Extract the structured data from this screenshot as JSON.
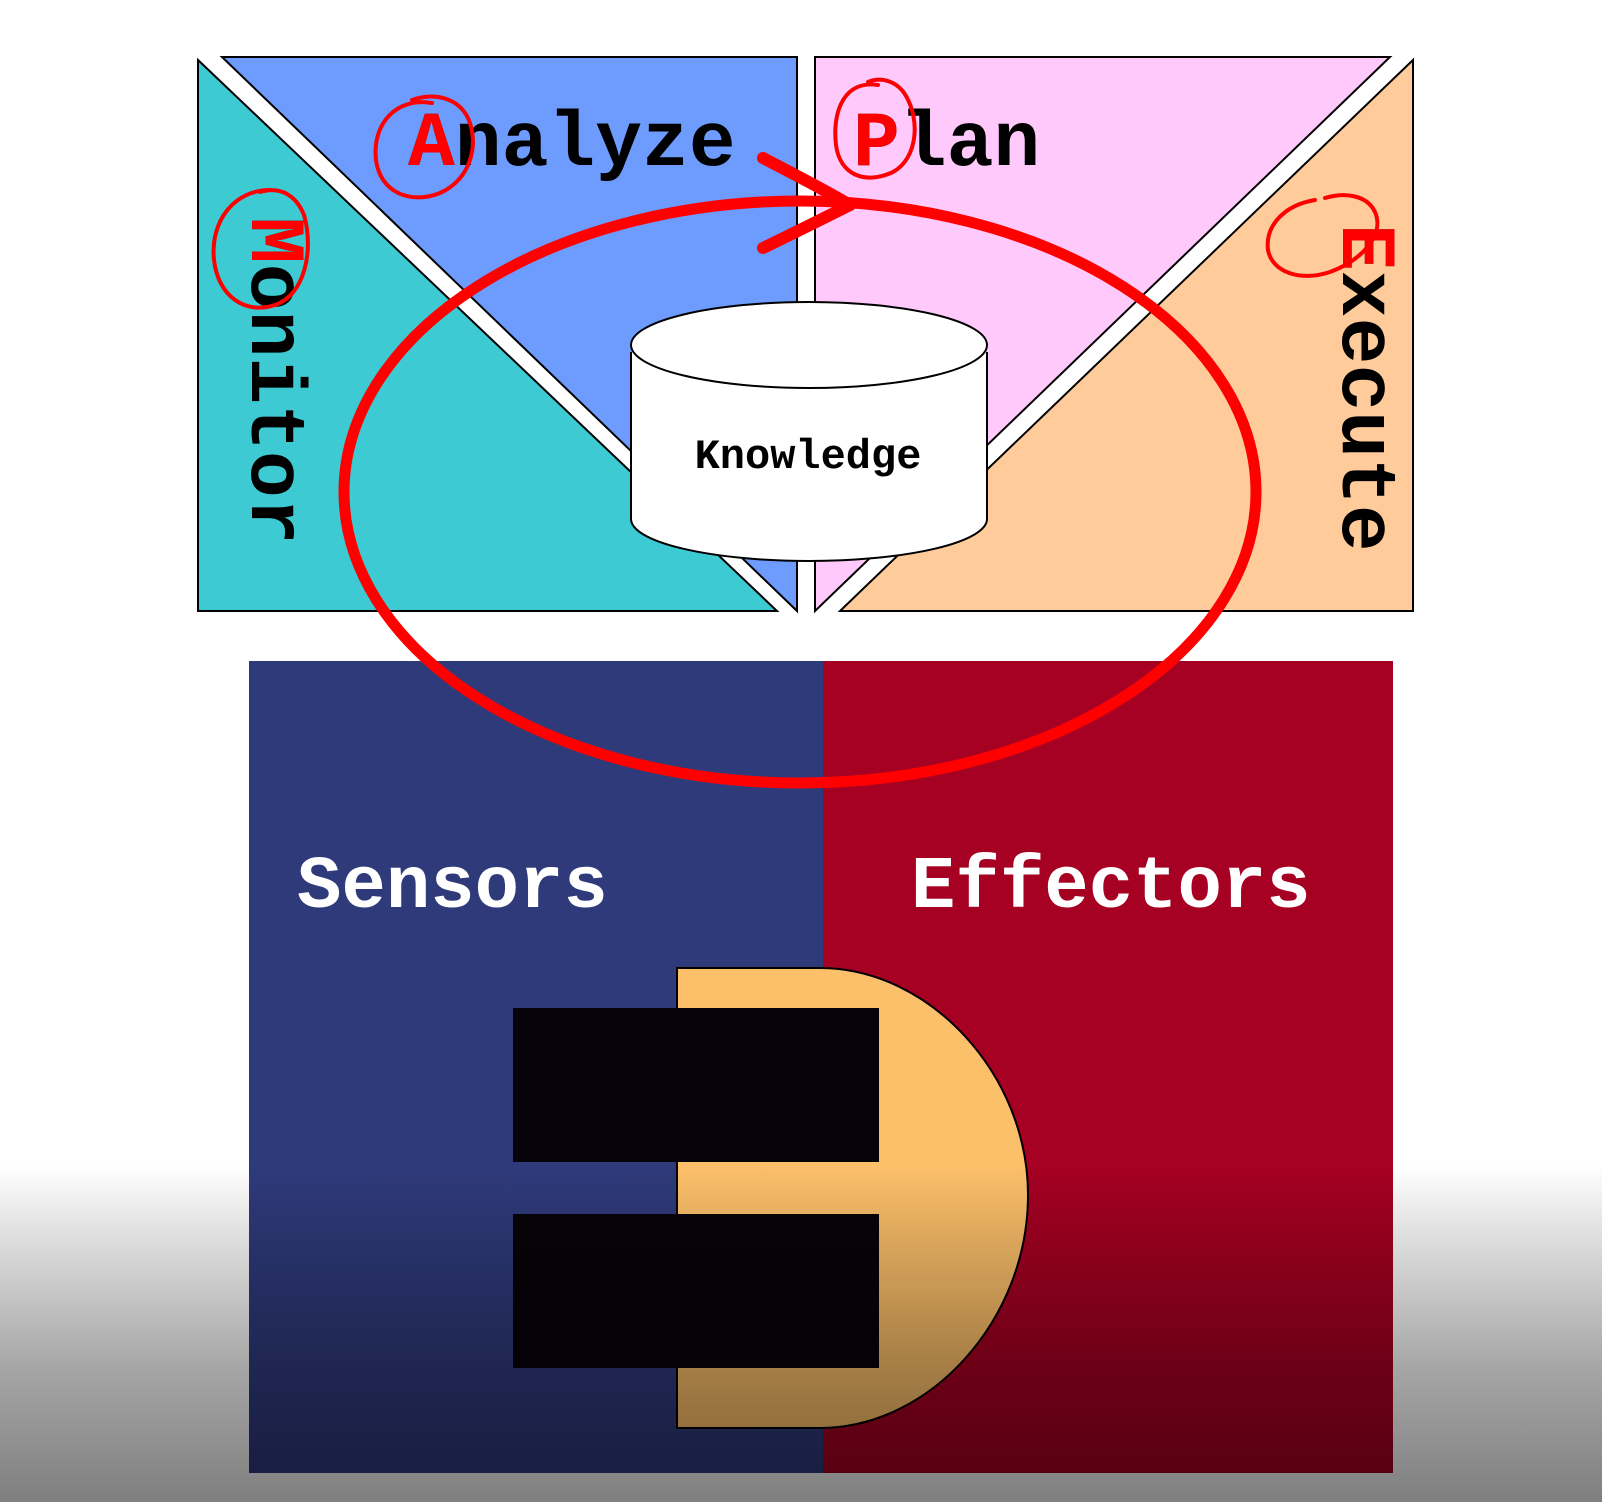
{
  "mapek": {
    "monitor": {
      "label": "Monitor",
      "color": "#3ECAD3"
    },
    "analyze": {
      "label": "Analyze",
      "color": "#6E9BFE"
    },
    "plan": {
      "label": "Plan",
      "color": "#FFC9FC"
    },
    "execute": {
      "label": "Execute",
      "color": "#FFCB9B"
    },
    "knowledge": {
      "label": "Knowledge",
      "color": "#FFFFFF"
    }
  },
  "managed_element": {
    "sensors": {
      "label": "Sensors",
      "color": "#2F3A7B"
    },
    "effectors": {
      "label": "Effectors",
      "color": "#A60022"
    },
    "element_color": "#FDC06A",
    "connector_color": "#07030A"
  },
  "annotations": {
    "loop_color": "#FF0000"
  }
}
